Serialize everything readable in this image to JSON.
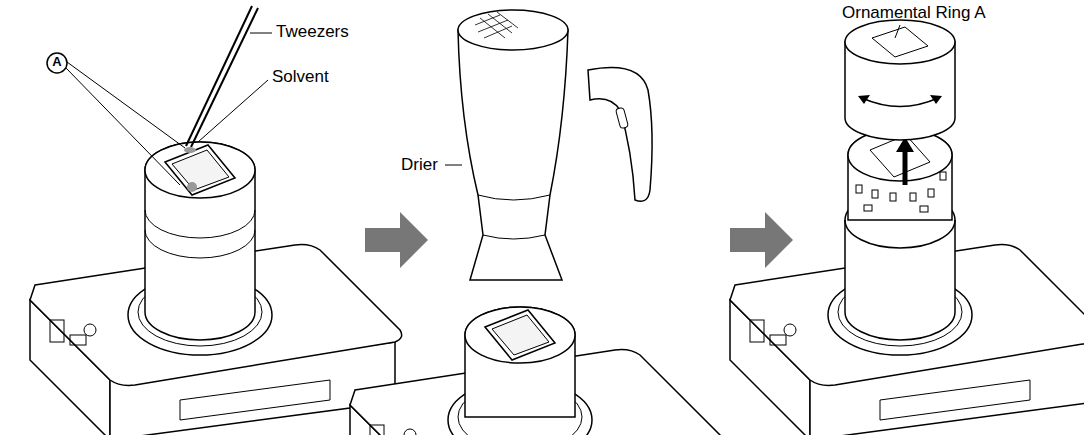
{
  "diagram": {
    "labels": [
      "Tweezers",
      "Solvent",
      "A",
      "Drier",
      "Ornamental Ring A"
    ]
  }
}
